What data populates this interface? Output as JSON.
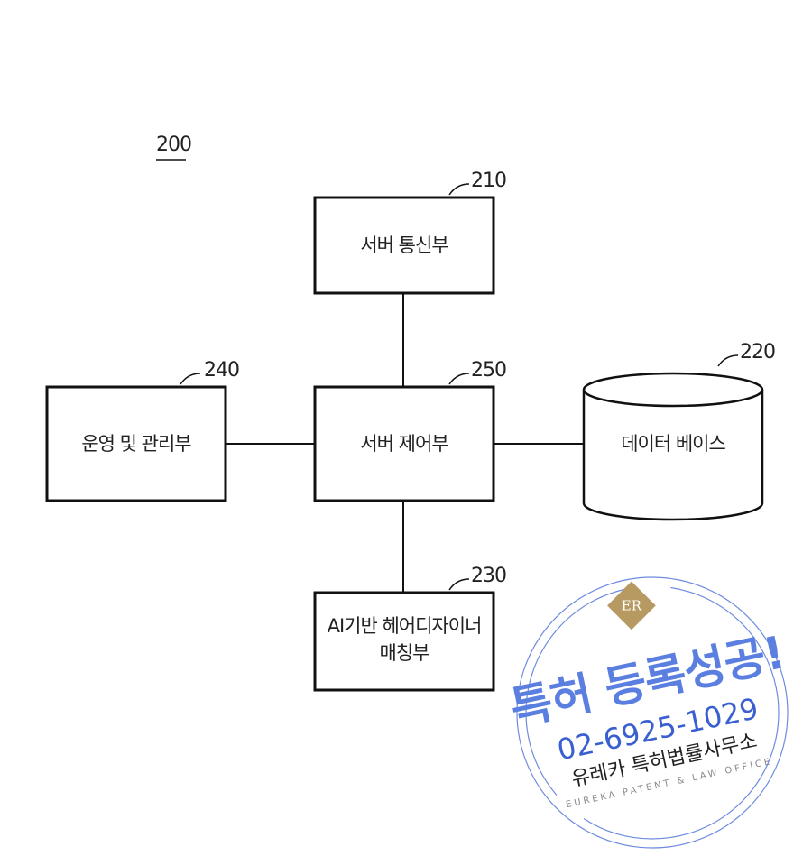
{
  "figure_ref": "200",
  "blocks": {
    "server_comm": {
      "ref": "210",
      "label": "서버 통신부"
    },
    "database": {
      "ref": "220",
      "label": "데이터 베이스"
    },
    "matching": {
      "ref": "230",
      "label_line1": "AI기반 헤어디자이너",
      "label_line2": "매칭부"
    },
    "ops_mgmt": {
      "ref": "240",
      "label": "운영 및 관리부"
    },
    "server_ctrl": {
      "ref": "250",
      "label": "서버 제어부"
    }
  },
  "watermark": {
    "logo": "ER",
    "headline": "특허 등록성공!",
    "phone": "02-6925-1029",
    "firm": "유레카 특허법률사무소",
    "firm_en": "EUREKA PATENT & LAW OFFICE"
  }
}
